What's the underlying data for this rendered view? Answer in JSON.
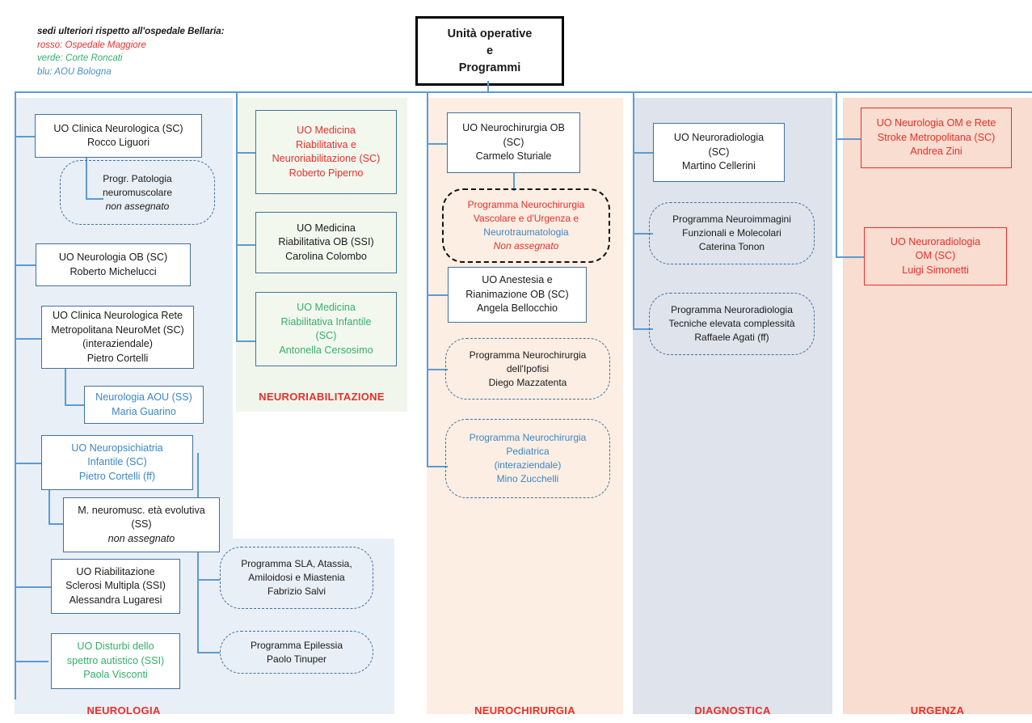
{
  "legend": {
    "title": "sedi ulteriori rispetto all'ospedale Bellaria:",
    "items": [
      {
        "text": "rosso: Ospedale Maggiore",
        "color": "#e8302a"
      },
      {
        "text": "verde: Corte Roncati",
        "color": "#33b06a"
      },
      {
        "text": "blu: AOU Bologna",
        "color": "#4a90c4"
      }
    ]
  },
  "root": {
    "line1": "Unità operative",
    "line2": "e",
    "line3": "Programmi"
  },
  "columns": [
    {
      "id": "neurologia",
      "label": "NEUROLOGIA",
      "bg": "#e9eff7",
      "nodes": [
        {
          "name": "uo-clinica-neurologica",
          "lines": [
            {
              "t": "UO Clinica Neurologica (SC)"
            },
            {
              "t": "Rocco Liguori"
            }
          ]
        },
        {
          "name": "progr-patologia-neuromuscolare",
          "type": "prog",
          "lines": [
            {
              "t": "Progr. Patologia"
            },
            {
              "t": "neuromuscolare"
            },
            {
              "t": "non assegnato",
              "style": "ital"
            }
          ]
        },
        {
          "name": "uo-neurologia-ob",
          "lines": [
            {
              "t": "UO Neurologia OB (SC)"
            },
            {
              "t": "Roberto Michelucci"
            }
          ]
        },
        {
          "name": "uo-clinica-neurologica-rete-neuromet",
          "lines": [
            {
              "t": "UO Clinica Neurologica Rete"
            },
            {
              "t": "Metropolitana NeuroMet (SC)"
            },
            {
              "t": "(interaziendale)"
            },
            {
              "t": "Pietro Cortelli"
            }
          ]
        },
        {
          "name": "neurologia-aou",
          "lines": [
            {
              "t": "Neurologia AOU (SS)",
              "style": "blue"
            },
            {
              "t": "Maria Guarino",
              "style": "blue"
            }
          ]
        },
        {
          "name": "uo-neuropsichiatria-infantile",
          "lines": [
            {
              "t": "UO Neuropsichiatria",
              "style": "blue"
            },
            {
              "t": "Infantile (SC)",
              "style": "blue"
            },
            {
              "t": "Pietro Cortelli (ff)",
              "style": "blue"
            }
          ]
        },
        {
          "name": "m-neuromusc-eta-evolutiva",
          "lines": [
            {
              "t": "M. neuromusc. età evolutiva"
            },
            {
              "t": "(SS)"
            },
            {
              "t": "non assegnato",
              "style": "ital"
            }
          ]
        },
        {
          "name": "uo-riabilitazione-sclerosi-multipla",
          "lines": [
            {
              "t": "UO Riabilitazione"
            },
            {
              "t": "Sclerosi Multipla (SSI)"
            },
            {
              "t": "Alessandra Lugaresi"
            }
          ]
        },
        {
          "name": "uo-disturbi-spettro-autistico",
          "lines": [
            {
              "t": "UO Disturbi dello",
              "style": "green"
            },
            {
              "t": "spettro autistico (SSI)",
              "style": "green"
            },
            {
              "t": "Paola Visconti",
              "style": "green"
            }
          ]
        },
        {
          "name": "programma-sla-atassia",
          "type": "prog",
          "lines": [
            {
              "t": "Programma SLA, Atassia,"
            },
            {
              "t": "Amiloidosi e Miastenia"
            },
            {
              "t": "Fabrizio Salvi"
            }
          ]
        },
        {
          "name": "programma-epilessia",
          "type": "prog",
          "lines": [
            {
              "t": "Programma Epilessia"
            },
            {
              "t": "Paolo Tinuper"
            }
          ]
        }
      ]
    },
    {
      "id": "neuroriabilitazione",
      "label": "NEURORIABILITAZIONE",
      "bg": "#f1f6ec",
      "nodes": [
        {
          "name": "uo-medicina-riabilitativa-neuroriabilitazione",
          "lines": [
            {
              "t": "UO Medicina",
              "style": "red"
            },
            {
              "t": "Riabilitativa e",
              "style": "red"
            },
            {
              "t": "Neuroriabilitazione (SC)",
              "style": "red"
            },
            {
              "t": "Roberto Piperno",
              "style": "red"
            }
          ]
        },
        {
          "name": "uo-medicina-riabilitativa-ob",
          "lines": [
            {
              "t": "UO Medicina"
            },
            {
              "t": "Riabilitativa OB (SSI)"
            },
            {
              "t": "Carolina Colombo"
            }
          ]
        },
        {
          "name": "uo-medicina-riabilitativa-infantile",
          "lines": [
            {
              "t": "UO Medicina",
              "style": "green"
            },
            {
              "t": "Riabilitativa Infantile",
              "style": "green"
            },
            {
              "t": "(SC)",
              "style": "green"
            },
            {
              "t": "Antonella Cersosimo",
              "style": "green"
            }
          ]
        }
      ]
    },
    {
      "id": "neurochirurgia",
      "label": "NEUROCHIRURGIA",
      "bg": "#fdeee3",
      "nodes": [
        {
          "name": "uo-neurochirurgia-ob",
          "lines": [
            {
              "t": "UO Neurochirurgia OB"
            },
            {
              "t": "(SC)"
            },
            {
              "t": "Carmelo Sturiale"
            }
          ]
        },
        {
          "name": "programma-neurochirurgia-vascolare-urgenza",
          "type": "prog",
          "lines": [
            {
              "t": "Programma Neurochirurgia",
              "style": "red"
            },
            {
              "t": "Vascolare e d'Urgenza e",
              "style": "red"
            },
            {
              "t": "Neurotraumatologia",
              "style": "blue"
            },
            {
              "t": "Non assegnato",
              "style": "red-ital"
            }
          ]
        },
        {
          "name": "uo-anestesia-rianimazione-ob",
          "lines": [
            {
              "t": "UO Anestesia e"
            },
            {
              "t": "Rianimazione OB (SC)"
            },
            {
              "t": "Angela Bellocchio"
            }
          ]
        },
        {
          "name": "programma-neurochirurgia-ipofisi",
          "type": "prog",
          "lines": [
            {
              "t": "Programma Neurochirurgia"
            },
            {
              "t": "dell'Ipofisi"
            },
            {
              "t": "Diego Mazzatenta"
            }
          ]
        },
        {
          "name": "programma-neurochirurgia-pediatrica",
          "type": "prog",
          "lines": [
            {
              "t": "Programma Neurochirurgia",
              "style": "blue"
            },
            {
              "t": "Pediatrica",
              "style": "blue"
            },
            {
              "t": "(interaziendale)",
              "style": "blue"
            },
            {
              "t": "Mino Zucchelli",
              "style": "blue"
            }
          ]
        }
      ]
    },
    {
      "id": "diagnostica",
      "label": "DIAGNOSTICA",
      "bg": "#dfe3ec",
      "nodes": [
        {
          "name": "uo-neuroradiologia",
          "lines": [
            {
              "t": "UO Neuroradiologia"
            },
            {
              "t": "(SC)"
            },
            {
              "t": "Martino Cellerini"
            }
          ]
        },
        {
          "name": "programma-neuroimmagini",
          "type": "prog",
          "lines": [
            {
              "t": "Programma Neuroimmagini"
            },
            {
              "t": "Funzionali e Molecolari"
            },
            {
              "t": "Caterina Tonon"
            }
          ]
        },
        {
          "name": "programma-neuroradiologia-tecniche",
          "type": "prog",
          "lines": [
            {
              "t": "Programma Neuroradiologia"
            },
            {
              "t": "Tecniche elevata complessità"
            },
            {
              "t": "Raffaele Agati (ff)"
            }
          ]
        }
      ]
    },
    {
      "id": "urgenza",
      "label": "URGENZA",
      "bg": "#f8ddd0",
      "nodes": [
        {
          "name": "uo-neurologia-om-rete-stroke",
          "lines": [
            {
              "t": "UO Neurologia OM e Rete"
            },
            {
              "t": "Stroke Metropolitana (SC)"
            },
            {
              "t": "Andrea Zini"
            }
          ]
        },
        {
          "name": "uo-neuroradiologia-om",
          "lines": [
            {
              "t": "UO Neuroradiologia"
            },
            {
              "t": "OM (SC)"
            },
            {
              "t": "Luigi Simonetti"
            }
          ]
        }
      ]
    }
  ],
  "colors": {
    "connector": "#5b9bd5",
    "box_border": "#41719c",
    "red": "#e8302a",
    "green": "#33b06a",
    "blue": "#3b87c4",
    "root_border": "#000000"
  }
}
